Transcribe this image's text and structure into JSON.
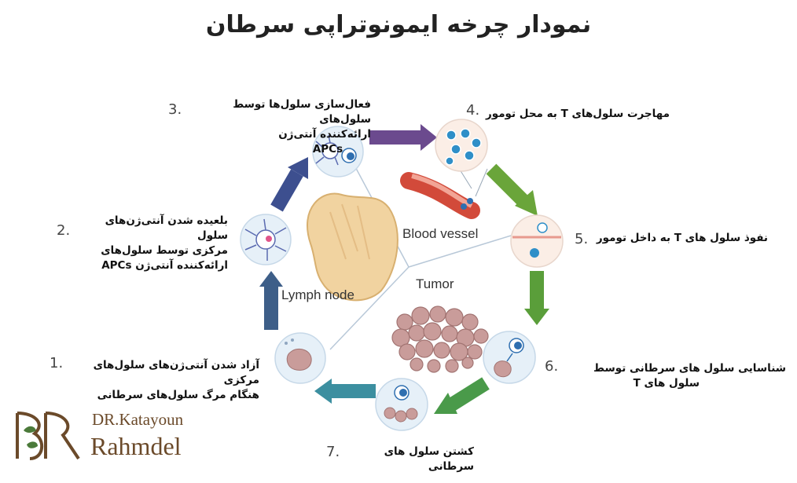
{
  "title": "نمودار چرخه ایمونوتراپی سرطان",
  "steps": [
    {
      "num": "1.",
      "line1": "آزاد شدن آنتی‌ژن‌های سلول‌های مرکزی",
      "line2": "هنگام مرگ سلول‌های سرطانی"
    },
    {
      "num": "2.",
      "line1": "بلعیده شدن آنتی‌ژن‌های سلول",
      "line2": "مرکزی توسط سلول‌های",
      "line3": "ارائه‌کننده آنتی‌ژن APCs"
    },
    {
      "num": "3.",
      "line1": "فعال‌سازی سلول‌ها توسط سلول‌های",
      "line2": "ارائه‌کننده آنتی‌ژن",
      "line3": "APCs"
    },
    {
      "num": "4.",
      "line1": "مهاجرت سلول‌های T به محل تومور"
    },
    {
      "num": "5.",
      "line1": "نفوذ سلول های T به داخل تومور"
    },
    {
      "num": "6.",
      "line1": "شناسایی سلول های سرطانی توسط",
      "line2": "سلول های T"
    },
    {
      "num": "7.",
      "line1": "کشتن سلول های سرطانی"
    }
  ],
  "labels": {
    "blood_vessel": "Blood vessel",
    "tumor": "Tumor",
    "lymph_node": "Lymph node"
  },
  "brand": {
    "line1": "DR.Katayoun",
    "line2": "Rahmdel"
  },
  "colors": {
    "arrow_purple": "#6b4a8e",
    "arrow_blue": "#3d4f8f",
    "arrow_green": "#6aa53a",
    "arrow_teal": "#3c8fa0",
    "circle_fill": "#e6f0f8",
    "brand": "#6b4a2a"
  }
}
